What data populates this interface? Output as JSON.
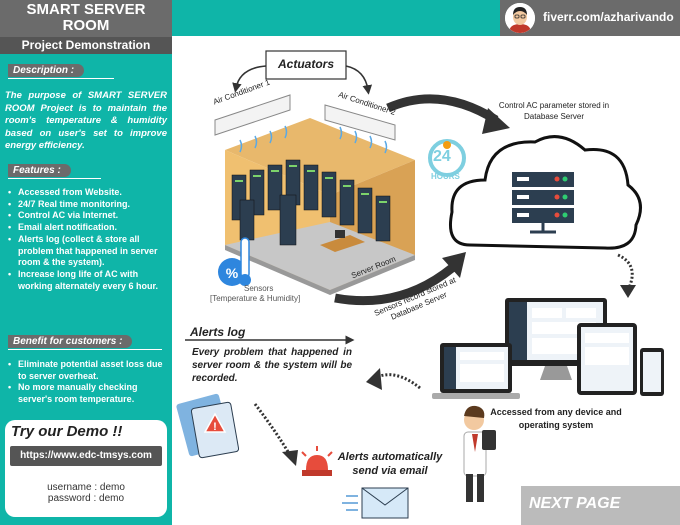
{
  "sidebar": {
    "title_line1": "SMART SERVER",
    "title_line2": "ROOM",
    "subtitle": "Project Demonstration",
    "description_label": "Description :",
    "description_text": "The purpose of SMART SERVER ROOM Project is to maintain the room's temperature & humidity based on user's set to improve energy efficiency.",
    "features_label": "Features :",
    "features": [
      "Accessed from Website.",
      "24/7 Real time monitoring.",
      "Control AC via Internet.",
      "Email alert notification.",
      "Alerts log (collect & store all problem that happened in server room & the system).",
      "Increase long life of AC with working alternately every 6 hour."
    ],
    "benefit_label": "Benefit for customers :",
    "benefits": [
      "Eliminate potential asset loss due to server overheat.",
      "No more manually checking server's room temperature."
    ],
    "demo_title": "Try our Demo !!",
    "demo_url": "https://www.edc-tmsys.com",
    "username": "username : demo",
    "password": "password : demo"
  },
  "header": {
    "fiverr": "fiverr.com/azharivando"
  },
  "diagram": {
    "actuators": "Actuators",
    "ac1": "Air Conditioner 1",
    "ac2": "Air Conditioner 2",
    "control_ac": "Control AC parameter stored in Database Server",
    "hours_num": "24",
    "hours_word": "HOURS",
    "sensors": "Sensors",
    "sensors_sub": "[Temperature & Humidity]",
    "server_room": "Server Room",
    "sensors_record": "Sensors record stored at Database Server",
    "alerts_log": "Alerts log",
    "alerts_desc": "Every problem that happened in server room & the system will be recorded.",
    "accessed": "Accessed from any device and operating system",
    "alerts_email": "Alerts automatically send via email",
    "next_page": "NEXT PAGE"
  },
  "colors": {
    "teal": "#0fb5a8",
    "gray": "#6b6b6b",
    "dark": "#222222"
  }
}
